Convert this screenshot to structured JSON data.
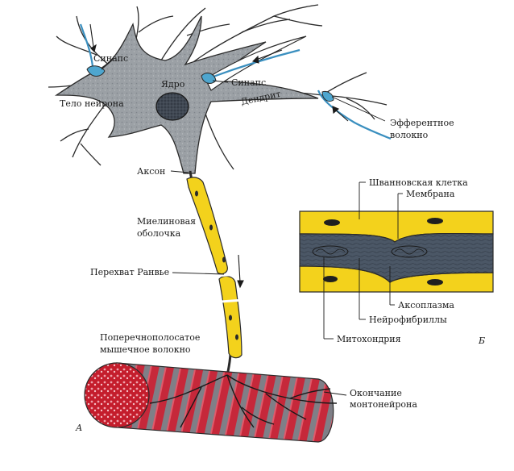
{
  "labels": {
    "synapse_top": "Синапс",
    "synapse_right": "Синапс",
    "soma": "Тело нейрона",
    "nucleus": "Ядро",
    "dendrite": "Дендрит",
    "efferent": [
      "Эфферентное",
      "волокно"
    ],
    "axon": "Аксон",
    "myelin": [
      "Миелиновая",
      "оболочка"
    ],
    "ranvier": "Перехват Ранвье",
    "muscle": [
      "Поперечнополосатое",
      "мышечное волокно"
    ],
    "ending": [
      "Окончание",
      "монтонейрона"
    ],
    "schwann": "Шванновская клетка",
    "membrane": "Мембрана",
    "axoplasm": "Аксоплазма",
    "neurofibrils": "Нейрофибриллы",
    "mitochondria": "Митохондрия",
    "panel_a": "А",
    "panel_b": "Б"
  },
  "colors": {
    "soma": "#9a9fa4",
    "nucleus": "#3f4650",
    "myelin": "#f3d21c",
    "synapse": "#4ea6cf",
    "muscle": "#c8202e",
    "axoplasm": "#4a5664"
  }
}
